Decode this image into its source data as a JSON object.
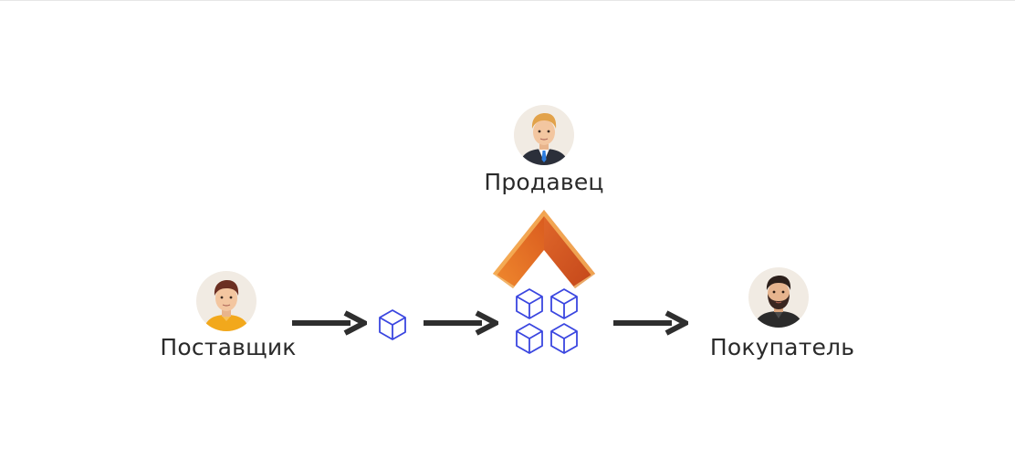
{
  "actors": {
    "supplier": {
      "label": "Поставщик",
      "icon": "person-casual-icon"
    },
    "seller": {
      "label": "Продавец",
      "icon": "person-businessman-icon"
    },
    "buyer": {
      "label": "Покупатель",
      "icon": "person-bearded-icon"
    }
  },
  "colors": {
    "arrow": "#2e2e2e",
    "box_stroke": "#3a46e0",
    "platform_orange": "#e8752a",
    "avatar_bg": "#f1ebe3"
  }
}
